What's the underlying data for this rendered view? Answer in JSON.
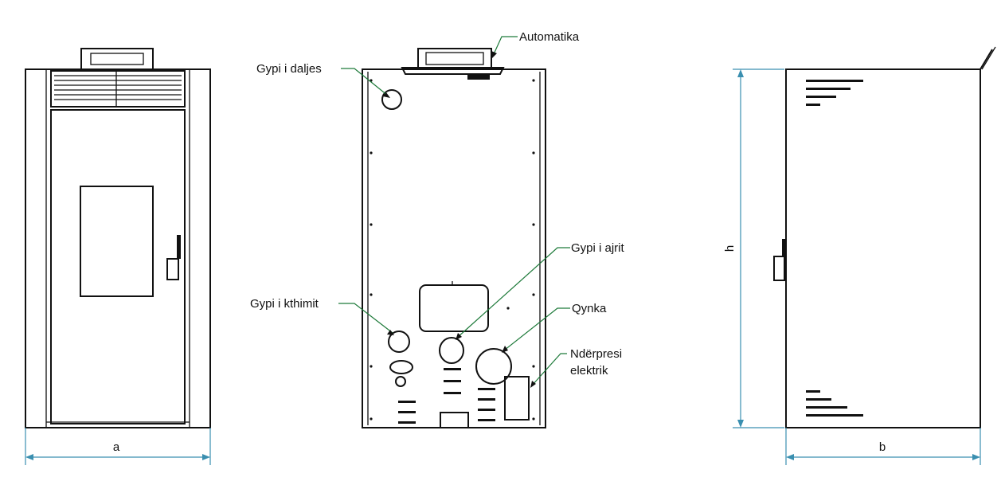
{
  "labels": {
    "automatika": "Automatika",
    "gypi_daljes": "Gypi i daljes",
    "gypi_ajrit": "Gypi i ajrit",
    "gypi_kthimit": "Gypi i kthimit",
    "qynka": "Qynka",
    "nderpresi_line1": "Ndërpresi",
    "nderpresi_line2": "elektrik"
  },
  "dimensions": {
    "width_front": "a",
    "height": "h",
    "depth": "b"
  },
  "colors": {
    "outline": "#111111",
    "dimension": "#3a8fb0",
    "leader": "#1e7a3a"
  }
}
